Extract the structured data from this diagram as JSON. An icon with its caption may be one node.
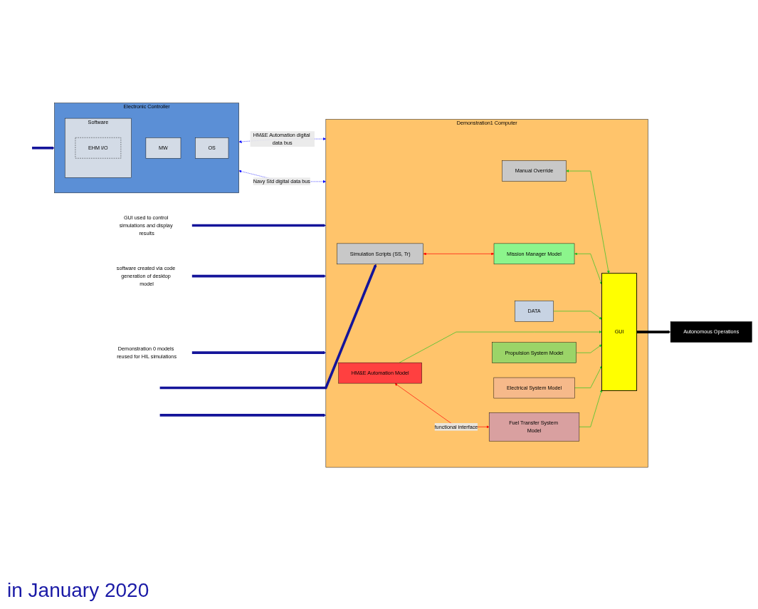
{
  "diagram": {
    "nodes": [
      {
        "text": [
          "Demonstration1 Computer"
        ]
      },
      {
        "text": [
          "Simulation Scripts (SS, Tr)"
        ],
        "in": 0
      },
      {
        "text": [
          "Manual Override"
        ],
        "in": 0
      },
      {
        "text": [
          "GUI"
        ],
        "in": 0
      },
      {
        "text": [
          "Mission Manager Model"
        ],
        "in": 0
      },
      {
        "text": [
          "DATA"
        ],
        "in": 0
      },
      {
        "text": [
          "HM&E Automation Model"
        ],
        "in": 0
      },
      {
        "text": [
          "Fuel Transfer System Model"
        ],
        "in": 0
      },
      {
        "text": [
          "Propulsion System Model"
        ],
        "in": 0
      },
      {
        "text": [
          "Electrical System Model"
        ],
        "in": 0
      },
      {
        "text": [
          "Electronic Controller"
        ]
      },
      {
        "text": [
          "Software"
        ],
        "in": 10
      },
      {
        "text": [
          "EHM I/O"
        ],
        "in": 11
      },
      {
        "text": [
          "MW"
        ],
        "in": 10
      },
      {
        "text": [
          "OS"
        ],
        "in": 10
      },
      {
        "text": [
          "Autonomous Operations"
        ]
      },
      {
        "text": [
          "GUI used to control simulations and display results"
        ]
      },
      {
        "text": [
          "software created via code generation of desktop model"
        ]
      },
      {
        "text": [
          "Demonstration 0 models reused for HIL simulations"
        ]
      }
    ],
    "edges": [
      {
        "from": null,
        "to": 1,
        "arrow": "to",
        "style": "thick",
        "color": "#14149a"
      },
      {
        "from": null,
        "to": 10,
        "arrow": "to",
        "style": "thick",
        "color": "#14149a"
      },
      {
        "from": null,
        "to": 0,
        "arrow": "to",
        "style": "thick",
        "color": "#14149a"
      },
      {
        "from": 0,
        "to": 10,
        "arrow": "both",
        "style": "dashed",
        "color": "#0000ff",
        "label": "Navy Std digital data bus"
      },
      {
        "from": 10,
        "to": 0,
        "arrow": "both",
        "style": "dashed",
        "color": "#0000ff",
        "label": "HM&E Automation digital data bus"
      },
      {
        "from": 2,
        "to": 3,
        "arrow": "both"
      },
      {
        "from": 1,
        "to": 4,
        "arrow": "both",
        "color": "#ff0000"
      },
      {
        "from": 4,
        "to": 3,
        "arrow": "both"
      },
      {
        "from": 5,
        "to": 3,
        "arrow": "to"
      },
      {
        "from": 6,
        "to": 3,
        "arrow": "to"
      },
      {
        "from": 6,
        "to": 7,
        "arrow": "both",
        "color": "#ff0000",
        "label": "functional interface"
      },
      {
        "from": 7,
        "to": 3,
        "arrow": "to"
      },
      {
        "from": 8,
        "to": 3,
        "arrow": "to"
      },
      {
        "from": 9,
        "to": 3,
        "arrow": "to"
      },
      {
        "from": 3,
        "to": 15,
        "arrow": "to",
        "style": "thick",
        "color": "#000000"
      },
      {
        "from": 16,
        "to": 0,
        "arrow": "to",
        "style": "thick",
        "color": "#14149a"
      },
      {
        "from": 17,
        "to": 0,
        "arrow": "to",
        "style": "thick",
        "color": "#14149a"
      },
      {
        "from": 18,
        "to": 0,
        "arrow": "to",
        "style": "thick",
        "color": "#14149a"
      }
    ],
    "labels": [
      "in January 2020"
    ]
  }
}
